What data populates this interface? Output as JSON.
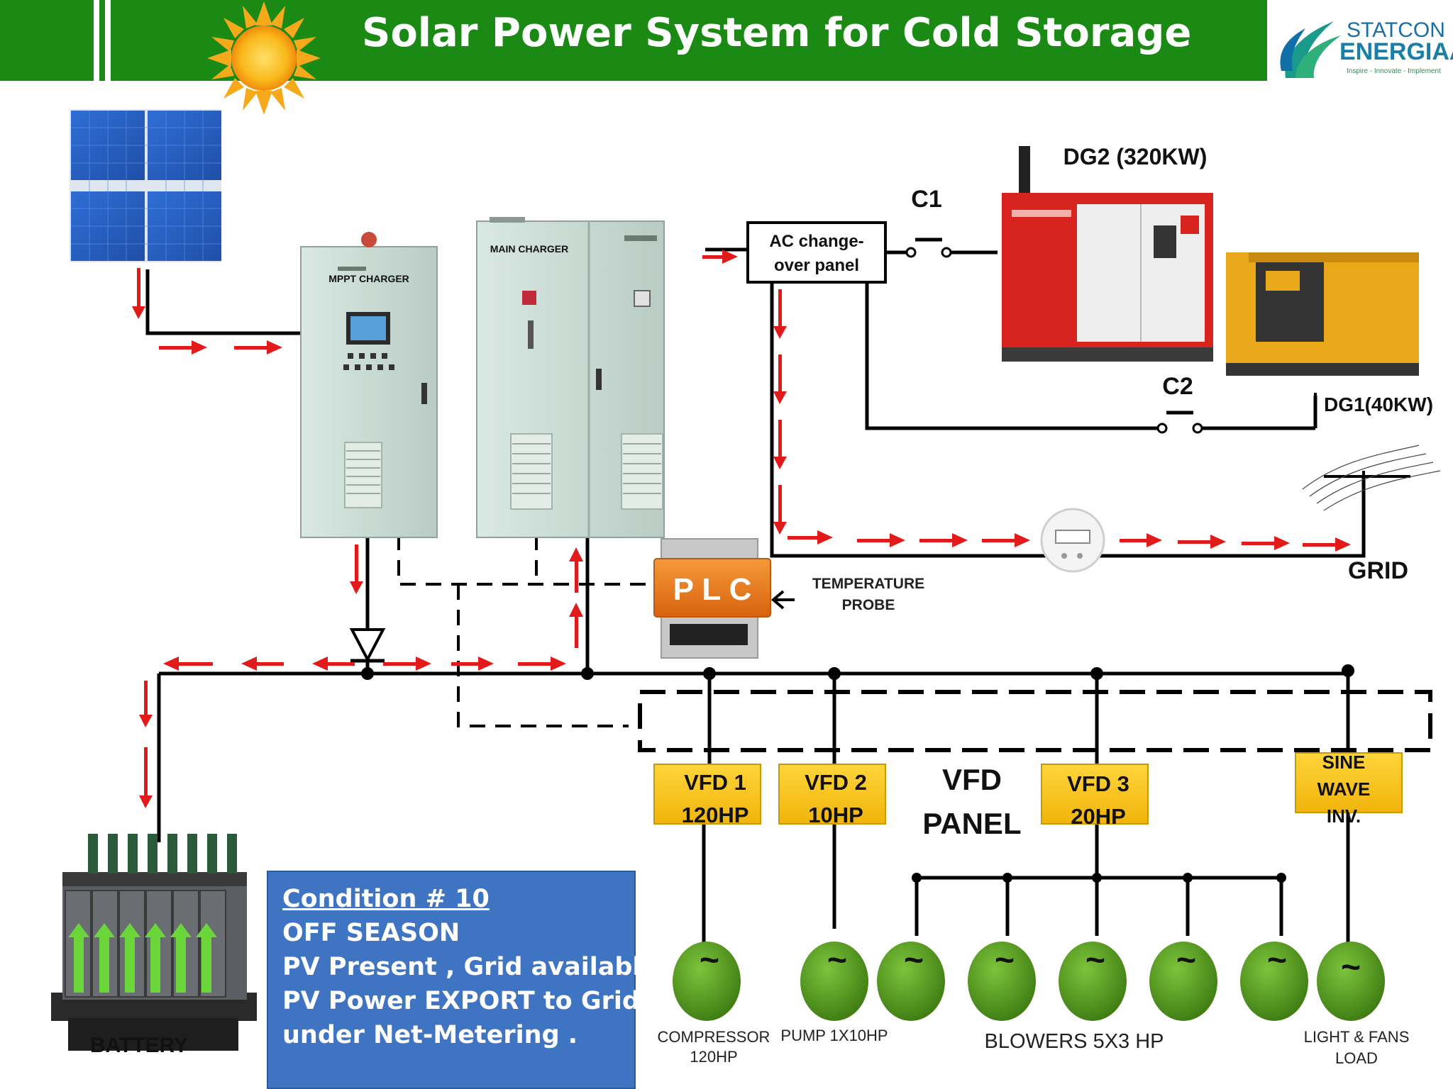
{
  "header": {
    "title": "Solar Power System for Cold Storage",
    "bg_color": "#1b8a14"
  },
  "logo": {
    "line1": "STATCON",
    "line2": "ENERGIAA",
    "tagline": "Inspire - Innovate - Implement"
  },
  "equipment": {
    "mppt_label": "MPPT CHARGER",
    "main_charger_label": "MAIN CHARGER",
    "plc_label": "P L C",
    "changeover_line1": "AC change-",
    "changeover_line2": "over panel",
    "contactor_1": "C1",
    "contactor_2": "C2",
    "dg2_label": "DG2 (320KW)",
    "dg1_label": "DG1(40KW)",
    "grid_label": "GRID",
    "temp_probe_line1": "TEMPERATURE",
    "temp_probe_line2": "PROBE",
    "battery_label": "BATTERY"
  },
  "vfd_panel": {
    "title_line1": "VFD",
    "title_line2": "PANEL",
    "units": [
      {
        "line1": "VFD 1",
        "line2": "120HP"
      },
      {
        "line1": "VFD 2",
        "line2": "10HP"
      },
      {
        "line1": "VFD 3",
        "line2": "20HP"
      },
      {
        "line1": "SINE",
        "line2": "WAVE",
        "line3": "INV."
      }
    ]
  },
  "loads": {
    "motor_symbol": "~",
    "compressor_line1": "COMPRESSOR",
    "compressor_line2": "120HP",
    "pump": "PUMP 1X10HP",
    "blowers": "BLOWERS 5X3 HP",
    "lights_line1": "LIGHT & FANS",
    "lights_line2": "LOAD"
  },
  "condition": {
    "title": "Condition # 10",
    "line1": "OFF SEASON",
    "line2": "PV Present , Grid available .",
    "line3": "PV Power EXPORT to Grid",
    "line4": "under Net-Metering ."
  },
  "colors": {
    "header_green": "#1b8a14",
    "flow_arrow": "#e21a1a",
    "vfd_yellow": "#f7c21a",
    "plc_orange": "#e8701a",
    "motor_green": "#4f9a1e",
    "condition_blue": "#3e74c2",
    "panel_gray": "#c9d9d2",
    "dg2_red": "#d8241e",
    "dg1_yellow": "#e8a81a"
  }
}
